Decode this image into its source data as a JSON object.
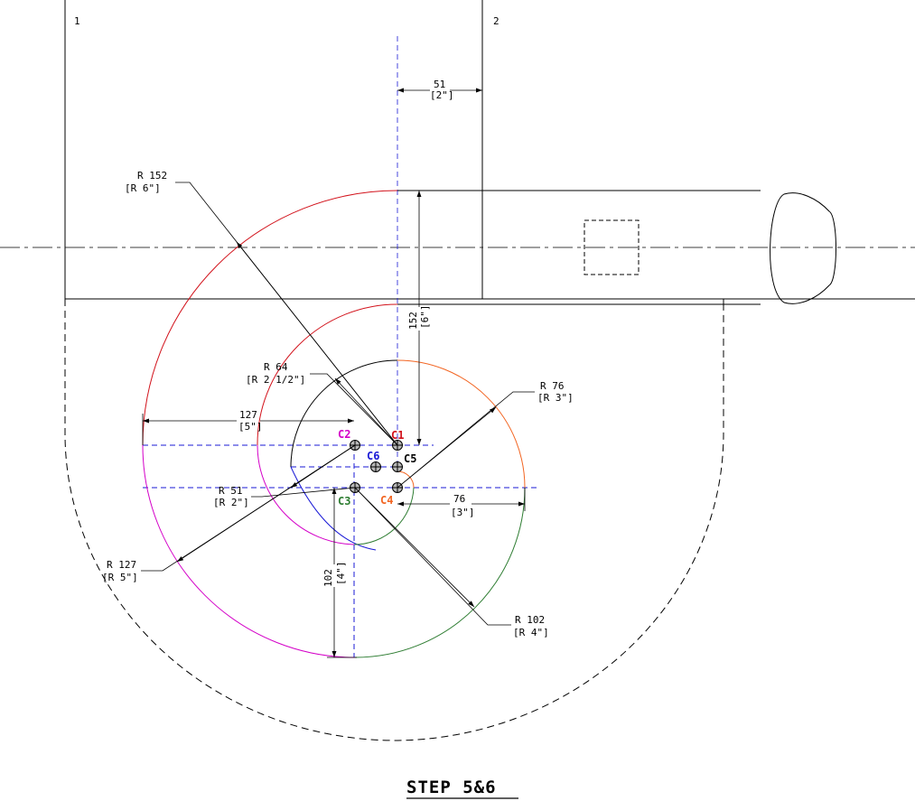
{
  "grid": {
    "col1": "1",
    "col2": "2"
  },
  "centers": {
    "c1": {
      "label": "C1",
      "color": "#d2121b"
    },
    "c2": {
      "label": "C2",
      "color": "#d400c8"
    },
    "c3": {
      "label": "C3",
      "color": "#2e7d32"
    },
    "c4": {
      "label": "C4",
      "color": "#f26522"
    },
    "c5": {
      "label": "C5",
      "color": "#000000"
    },
    "c6": {
      "label": "C6",
      "color": "#1a1ad6"
    }
  },
  "arc_colors": {
    "c1": "#d2121b",
    "c2": "#d400c8",
    "c3": "#2e7d32",
    "c4": "#f26522",
    "c5": "#000000",
    "c6": "#1a1ad6"
  },
  "construction_color": "#1a1ad6",
  "dimensions": {
    "d51": {
      "metric": "51",
      "imperial": "[2\"]"
    },
    "d152": {
      "metric": "152",
      "imperial": "[6\"]"
    },
    "d127": {
      "metric": "127",
      "imperial": "[5\"]"
    },
    "d76": {
      "metric": "76",
      "imperial": "[3\"]"
    },
    "d102": {
      "metric": "102",
      "imperial": "[4\"]"
    }
  },
  "radii": {
    "r152": {
      "metric": "R 152",
      "imperial": "[R 6\"]"
    },
    "r64": {
      "metric": "R 64",
      "imperial": "[R 2 1/2\"]"
    },
    "r76": {
      "metric": "R 76",
      "imperial": "[R 3\"]"
    },
    "r51": {
      "metric": "R 51",
      "imperial": "[R 2\"]"
    },
    "r127": {
      "metric": "R 127",
      "imperial": "[R 5\"]"
    },
    "r102": {
      "metric": "R 102",
      "imperial": "[R 4\"]"
    }
  },
  "title": "STEP 5&6"
}
